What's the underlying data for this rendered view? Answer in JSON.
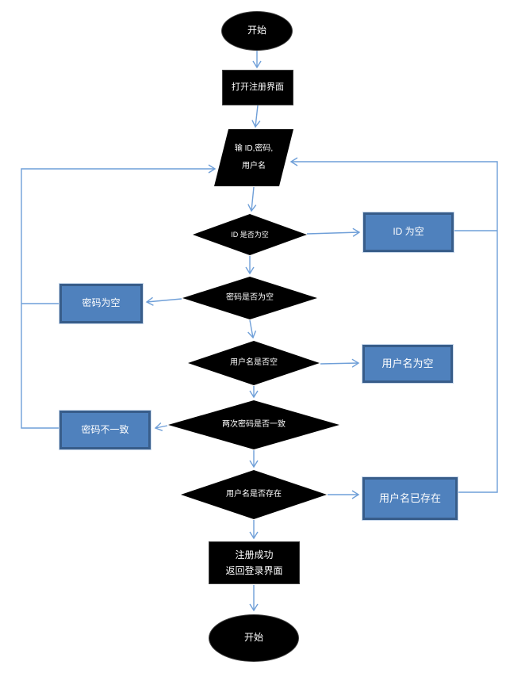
{
  "nodes": {
    "start": {
      "label": "开始"
    },
    "open_register": {
      "label": "打开注册界面"
    },
    "input": {
      "line1": "输 ID,密码,",
      "line2": "用户名"
    },
    "check_id": {
      "label": "ID 是否为空"
    },
    "id_empty": {
      "label": "ID 为空"
    },
    "check_password": {
      "label": "密码是否为空"
    },
    "password_empty": {
      "label": "密码为空"
    },
    "check_username": {
      "label": "用户名是否空"
    },
    "username_empty": {
      "label": "用户名为空"
    },
    "check_password_match": {
      "label": "两次密码是否一致"
    },
    "password_mismatch": {
      "label": "密码不一致"
    },
    "check_username_exists": {
      "label": "用户名是否存在"
    },
    "username_exists": {
      "label": "用户名已存在"
    },
    "success": {
      "line1": "注册成功",
      "line2": "返回登录界面"
    },
    "end": {
      "label": "开始"
    }
  },
  "colors": {
    "process_fill": "#000000",
    "process_text": "#ffffff",
    "result_fill": "#4f81bd",
    "result_border": "#385d8a",
    "connector": "#6f9fd8"
  }
}
